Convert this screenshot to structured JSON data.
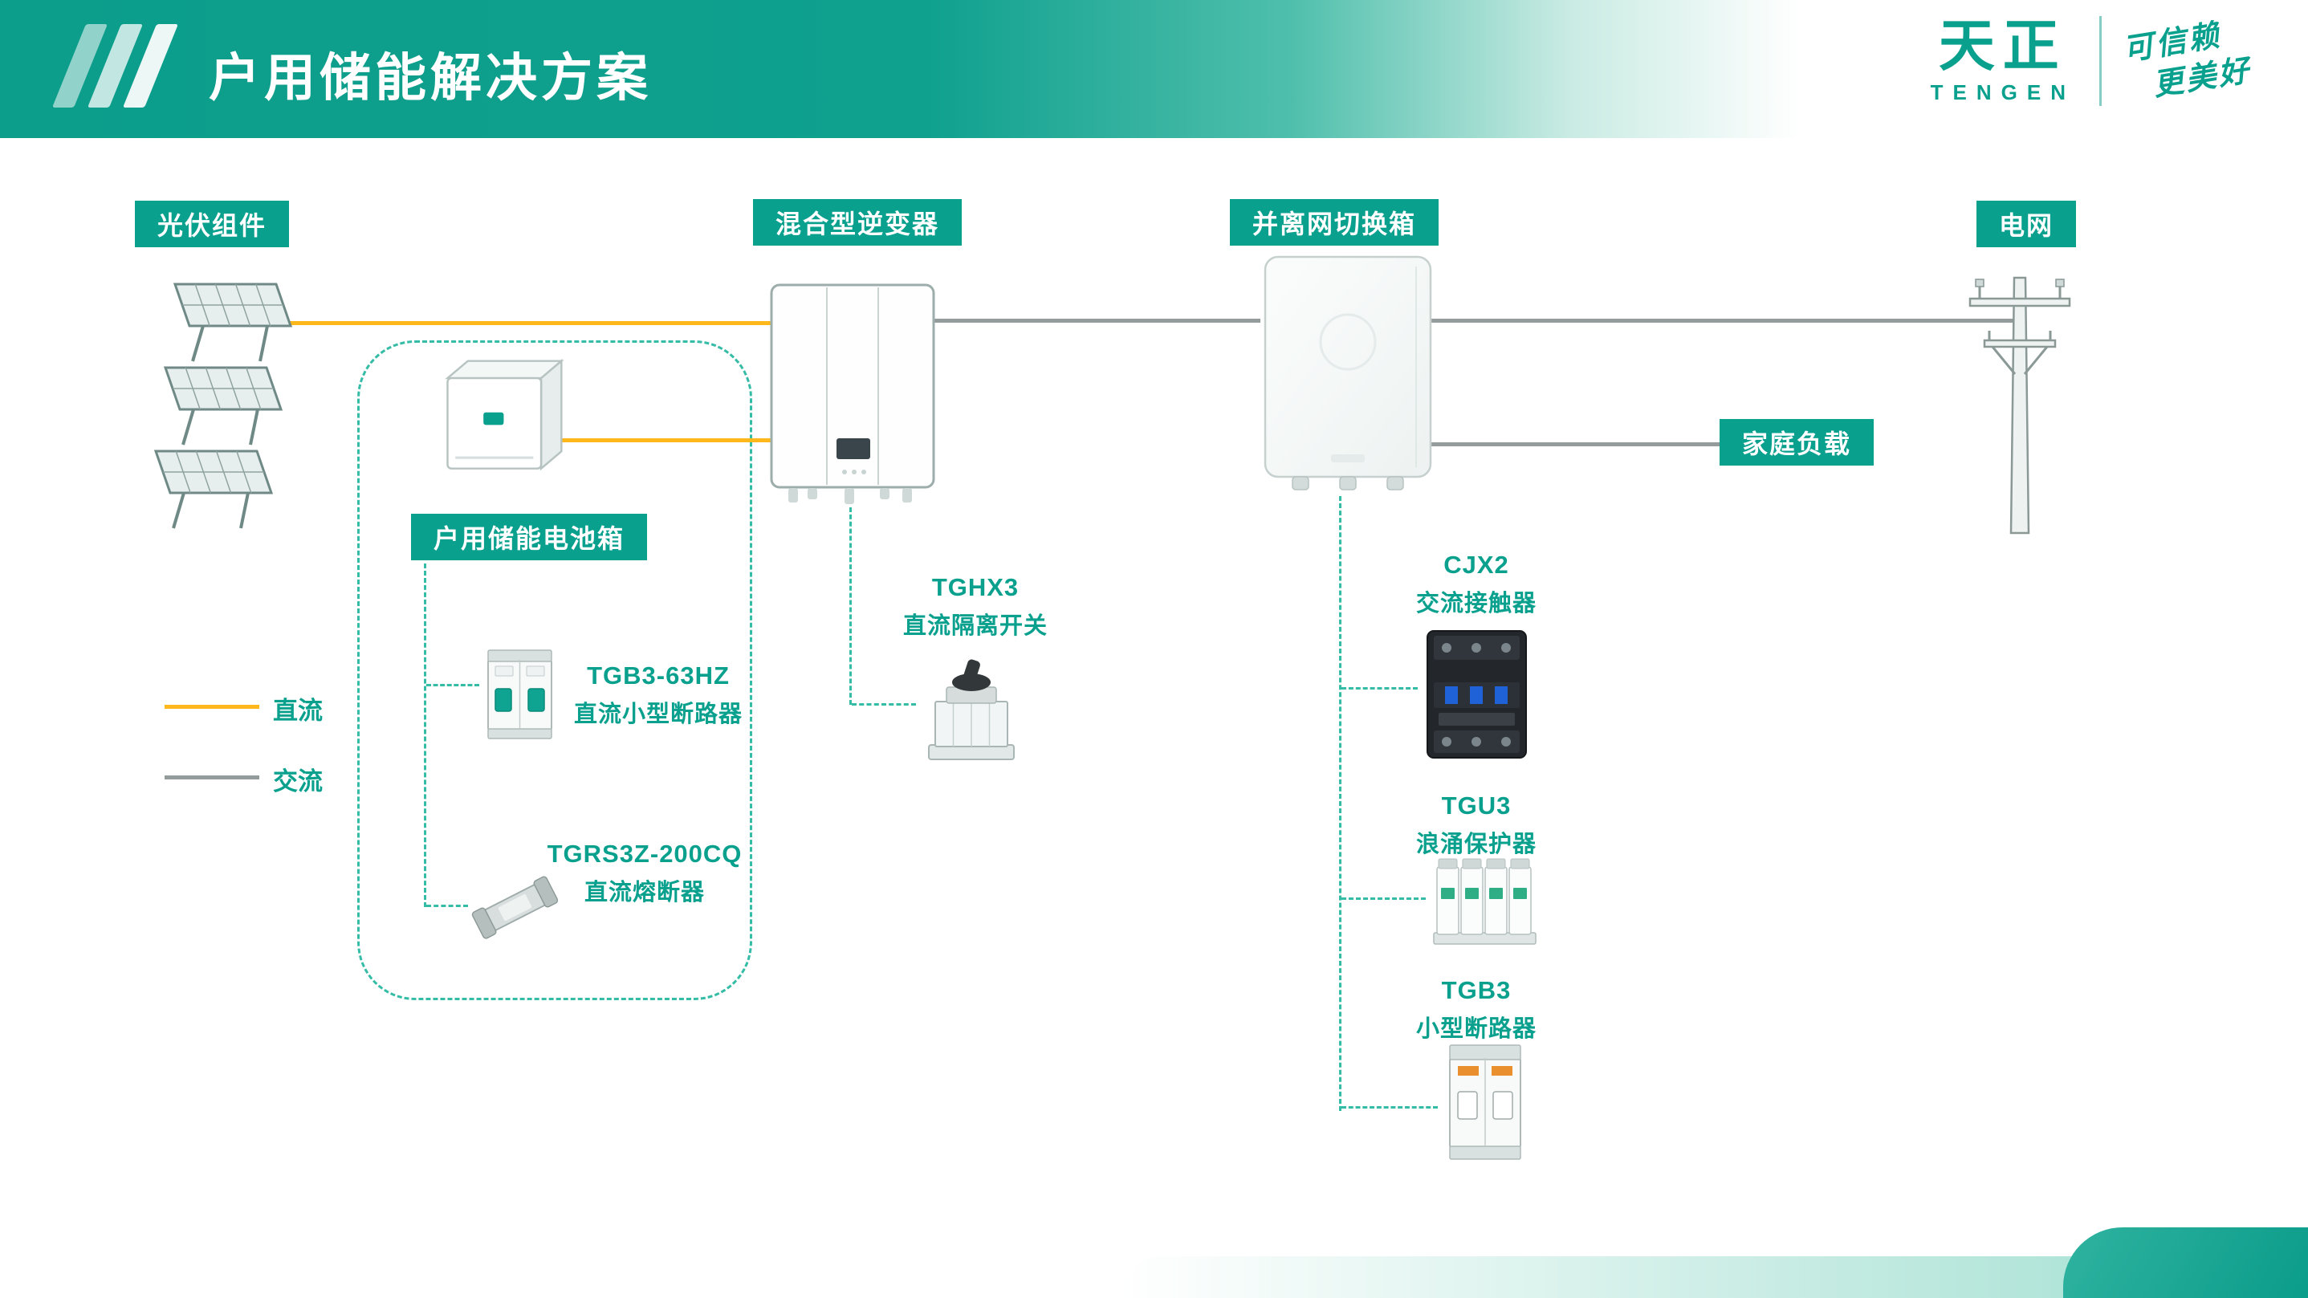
{
  "header": {
    "title": "户用储能解决方案",
    "logo_cn": "天正",
    "logo_en": "TENGEN",
    "tagline1": "可信赖",
    "tagline2": "更美好"
  },
  "nodes": {
    "pv": "光伏组件",
    "inverter": "混合型逆变器",
    "switchbox": "并离网切换箱",
    "battery_box": "户用储能电池箱",
    "grid": "电网",
    "home_load": "家庭负载"
  },
  "legend": {
    "dc": "直流",
    "ac": "交流"
  },
  "products": {
    "tgb3_63hz": {
      "name": "TGB3-63HZ",
      "desc": "直流小型断路器"
    },
    "tgrs3z_200cq": {
      "name": "TGRS3Z-200CQ",
      "desc": "直流熔断器"
    },
    "tghx3": {
      "name": "TGHX3",
      "desc": "直流隔离开关"
    },
    "cjx2": {
      "name": "CJX2",
      "desc": "交流接触器"
    },
    "tgu3": {
      "name": "TGU3",
      "desc": "浪涌保护器"
    },
    "tgb3": {
      "name": "TGB3",
      "desc": "小型断路器"
    }
  },
  "colors": {
    "accent_teal": "#0AA08E",
    "dc_line": "#FFB81C",
    "ac_line": "#939B9B",
    "dash_teal": "#35BCA6"
  }
}
